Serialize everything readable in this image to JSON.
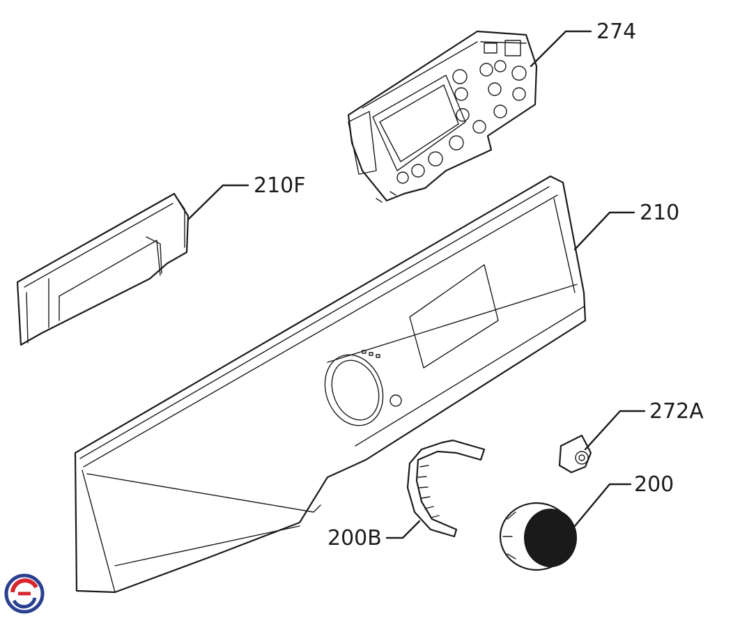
{
  "callouts": [
    {
      "id": "274",
      "label": "274"
    },
    {
      "id": "210F",
      "label": "210F"
    },
    {
      "id": "210",
      "label": "210"
    },
    {
      "id": "272A",
      "label": "272A"
    },
    {
      "id": "200",
      "label": "200"
    },
    {
      "id": "200B",
      "label": "200B"
    }
  ],
  "colors": {
    "line": "#1a1a1a",
    "background": "#ffffff",
    "logo_red": "#d7262e",
    "logo_blue": "#2a3f8f"
  },
  "logo": {
    "icon": "brand-logo-icon"
  }
}
